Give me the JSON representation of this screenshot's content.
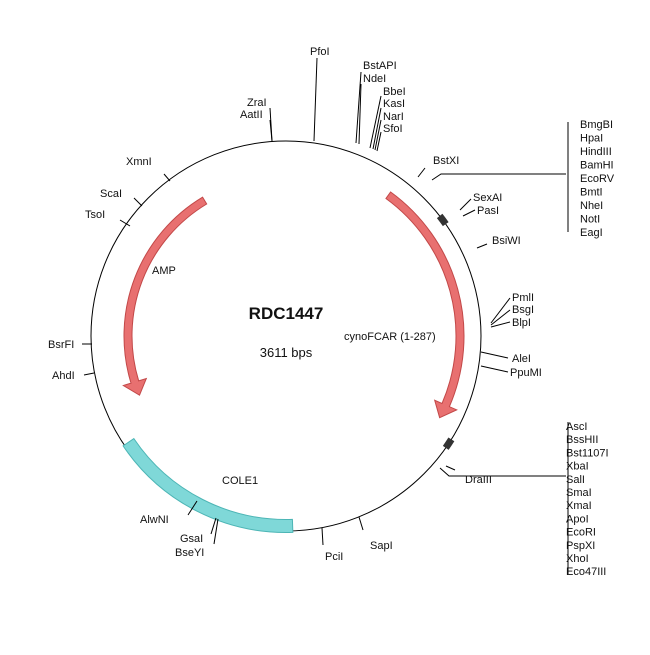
{
  "map": {
    "name": "RDC1447",
    "size_label": "3611 bps",
    "total_bp": 3611
  },
  "colors": {
    "backbone": "#000000",
    "arrow_feature": "#e87070",
    "arrow_stroke": "#c24848",
    "ori_feature": "#7fd8d8",
    "ori_stroke": "#4cb5b5"
  },
  "features": [
    {
      "id": "amp",
      "label": "AMP",
      "kind": "arrow",
      "direction": "ccw"
    },
    {
      "id": "cynofcar",
      "label": "cynoFCAR (1-287)",
      "kind": "arrow",
      "direction": "cw"
    },
    {
      "id": "cole1",
      "label": "COLE1",
      "kind": "band"
    }
  ],
  "sites": {
    "pfoi": "PfoI",
    "bstapi": "BstAPI",
    "ndei": "NdeI",
    "bbei": "BbeI",
    "kasi": "KasI",
    "nari": "NarI",
    "sfoi": "SfoI",
    "zrai": "ZraI",
    "aatii": "AatII",
    "xmni": "XmnI",
    "scai": "ScaI",
    "tsoi": "TsoI",
    "bsrfi": "BsrFI",
    "ahdi": "AhdI",
    "bstxi": "BstXI",
    "sexai": "SexAI",
    "pasi": "PasI",
    "bsiwi": "BsiWI",
    "pmli": "PmlI",
    "bsgi": "BsgI",
    "blpi": "BlpI",
    "alei": "AleI",
    "ppumi": "PpuMI",
    "draiii": "DraIII",
    "sapi": "SapI",
    "pcii": "PciI",
    "gsai": "GsaI",
    "bseyi": "BseYI",
    "alwni": "AlwNI"
  },
  "site_groups": {
    "mcs1": [
      "BmgBI",
      "HpaI",
      "HindIII",
      "BamHI",
      "EcoRV",
      "BmtI",
      "NheI",
      "NotI",
      "EagI"
    ],
    "mcs2": [
      "AscI",
      "BssHII",
      "Bst1107I",
      "XbaI",
      "SalI",
      "SmaI",
      "XmaI",
      "ApoI",
      "EcoRI",
      "PspXI",
      "XhoI",
      "Eco47III"
    ]
  }
}
